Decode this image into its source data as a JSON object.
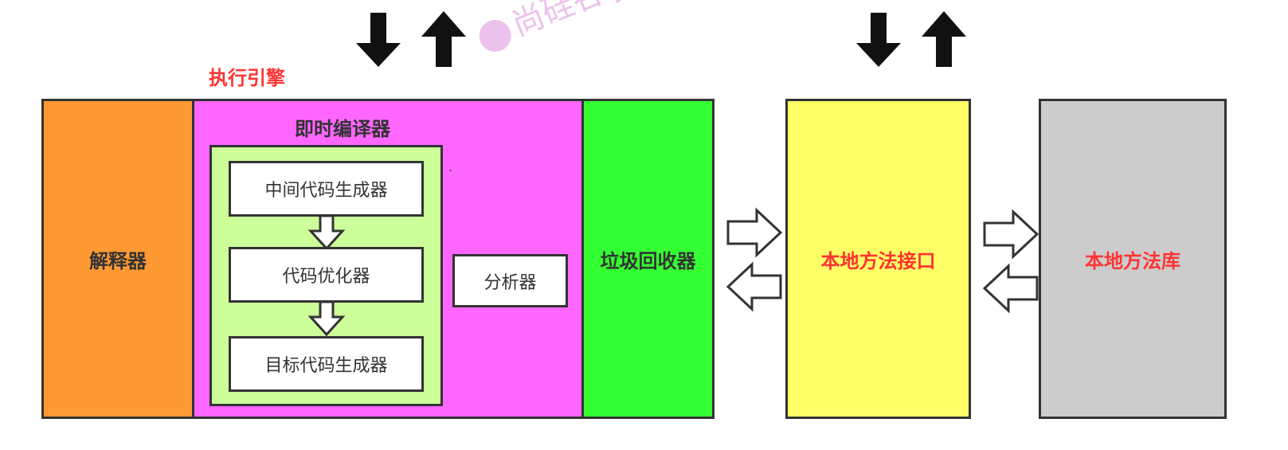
{
  "engine": {
    "title": "执行引擎"
  },
  "interpreter": {
    "label": "解释器",
    "color": "#ff9933"
  },
  "jit": {
    "label": "即时编译器",
    "color": "#ff66ff",
    "inner_color": "#ccff99",
    "steps": [
      "中间代码生成器",
      "代码优化器",
      "目标代码生成器"
    ],
    "profiler": "分析器",
    "dot": "."
  },
  "gc": {
    "label": "垃圾回收器",
    "color": "#33ff33"
  },
  "native_interface": {
    "label": "本地方法接口",
    "color": "#ffff66"
  },
  "native_library": {
    "label": "本地方法库",
    "color": "#cccccc"
  },
  "watermark": {
    "text": "尚硅谷 JVM教程"
  },
  "icons": [
    "down-arrow-icon",
    "up-arrow-icon",
    "right-arrow-icon",
    "left-arrow-icon",
    "watermark-logo-icon"
  ]
}
